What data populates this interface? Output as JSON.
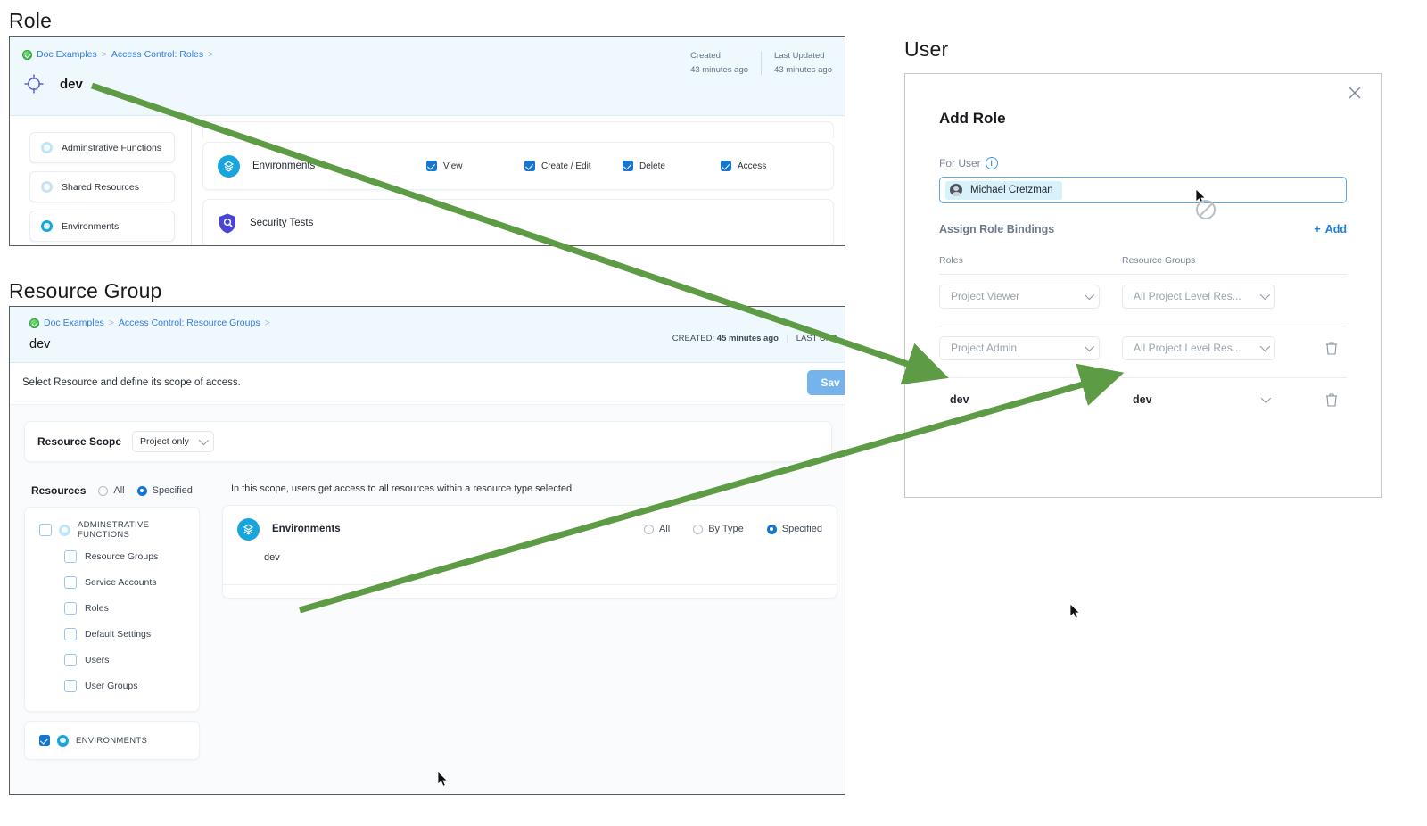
{
  "captions": {
    "role": "Role",
    "user": "User",
    "resource_group": "Resource Group"
  },
  "role_panel": {
    "breadcrumb": [
      "Doc Examples",
      "Access Control: Roles"
    ],
    "title": "dev",
    "title_icon": "target-icon",
    "meta": [
      {
        "label": "Created",
        "value": "43 minutes ago"
      },
      {
        "label": "Last Updated",
        "value": "43 minutes ago"
      }
    ],
    "categories": [
      {
        "label": "Adminstrative Functions",
        "icon": "dot-icon"
      },
      {
        "label": "Shared Resources",
        "icon": "dot-icon"
      },
      {
        "label": "Environments",
        "icon": "dot-icon"
      }
    ],
    "resources": [
      {
        "name": "Environments",
        "icon": "environments-icon",
        "permissions": [
          {
            "label": "View",
            "checked": true
          },
          {
            "label": "Create / Edit",
            "checked": true
          },
          {
            "label": "Delete",
            "checked": true
          },
          {
            "label": "Access",
            "checked": true
          }
        ]
      },
      {
        "name": "Security Tests",
        "icon": "shield-icon",
        "permissions": []
      }
    ]
  },
  "resource_group_panel": {
    "breadcrumb": [
      "Doc Examples",
      "Access Control: Resource Groups"
    ],
    "title": "dev",
    "meta_created_label": "CREATED:",
    "meta_created_value": "45 minutes ago",
    "meta_updated_label": "LAST UPD",
    "instruction": "Select Resource and define its scope of access.",
    "save_label": "Sav",
    "scope": {
      "label": "Resource Scope",
      "value": "Project only"
    },
    "resources_section": {
      "label": "Resources",
      "options": [
        {
          "label": "All",
          "selected": false
        },
        {
          "label": "Specified",
          "selected": true
        }
      ],
      "tree": [
        {
          "label": "ADMINSTRATIVE FUNCTIONS",
          "checked": false,
          "children": [
            {
              "label": "Resource Groups",
              "checked": false
            },
            {
              "label": "Service Accounts",
              "checked": false
            },
            {
              "label": "Roles",
              "checked": false
            },
            {
              "label": "Default Settings",
              "checked": false
            },
            {
              "label": "Users",
              "checked": false
            },
            {
              "label": "User Groups",
              "checked": false
            }
          ]
        },
        {
          "label": "ENVIRONMENTS",
          "checked": true,
          "children": []
        }
      ]
    },
    "scope_note": "In this scope, users get access to all resources within a resource type selected",
    "environments_panel": {
      "name": "Environments",
      "icon": "environments-icon",
      "options": [
        {
          "label": "All",
          "selected": false
        },
        {
          "label": "By Type",
          "selected": false
        },
        {
          "label": "Specified",
          "selected": true
        }
      ],
      "value": "dev"
    }
  },
  "user_dialog": {
    "title": "Add Role",
    "close_icon": "close-icon",
    "for_user_label": "For User",
    "info_icon": "info-icon",
    "selected_user": "Michael Cretzman",
    "bindings_label": "Assign Role Bindings",
    "add_label": "Add",
    "columns": [
      "Roles",
      "Resource Groups"
    ],
    "rows": [
      {
        "role": "Project Viewer",
        "resource_group": "All Project Level Res...",
        "placeholder": true,
        "deletable": false
      },
      {
        "role": "Project Admin",
        "resource_group": "All Project Level Res...",
        "placeholder": true,
        "deletable": true
      },
      {
        "role": "dev",
        "resource_group": "dev",
        "placeholder": false,
        "deletable": true
      }
    ]
  },
  "colors": {
    "accent_blue": "#1675d1",
    "link_blue": "#2f7de1",
    "arrow_green": "#5d9b45",
    "panel_header_bg": "#eff8fd",
    "cyan_icon": "#18a5dd"
  }
}
